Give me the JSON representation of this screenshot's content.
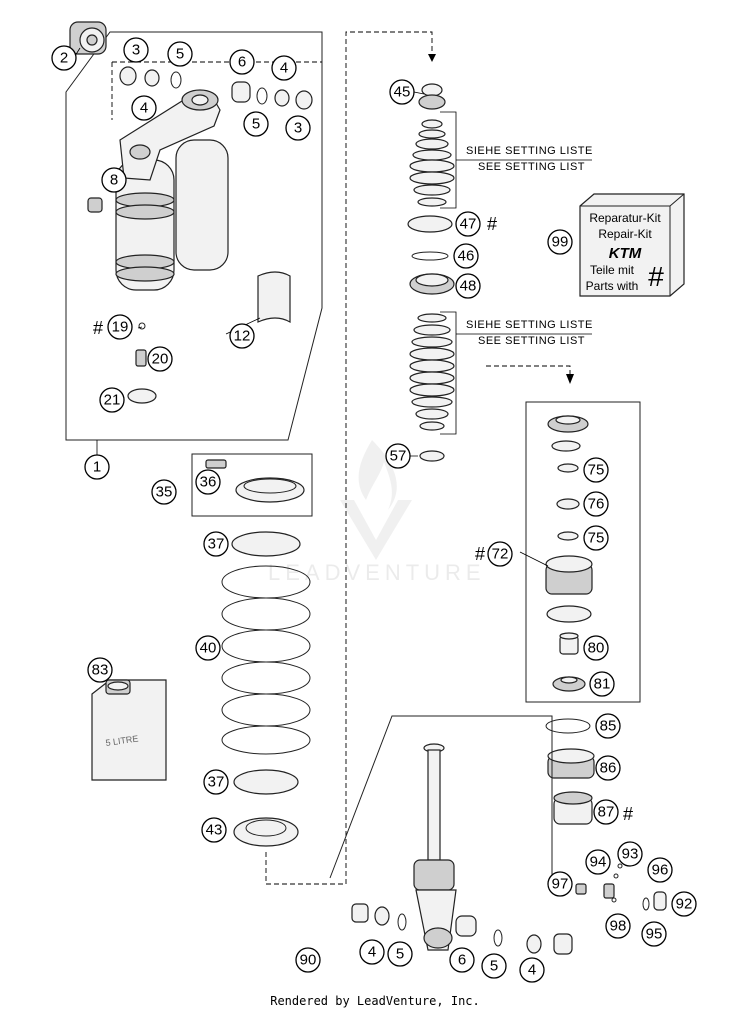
{
  "kit_box": {
    "line1": "Reparatur-Kit",
    "line2": "Repair-Kit",
    "logo": "KTM",
    "line3": "Teile mit",
    "line4": "Parts with",
    "hash": "#"
  },
  "setting_labels": {
    "upper_de": "SIEHE SETTING LISTE",
    "upper_en": "SEE SETTING LIST",
    "lower_de": "SIEHE SETTING LISTE",
    "lower_en": "SEE SETTING LIST"
  },
  "hash_marks": {
    "p19": "#",
    "p47": "#",
    "p72": "#",
    "p87": "#"
  },
  "callouts": {
    "c1": "1",
    "c2": "2",
    "c3a": "3",
    "c3b": "3",
    "c4a": "4",
    "c4b": "4",
    "c4c": "4",
    "c4d": "4",
    "c5a": "5",
    "c5b": "5",
    "c5c": "5",
    "c5d": "5",
    "c6a": "6",
    "c6b": "6",
    "c8": "8",
    "c12": "12",
    "c19": "19",
    "c20": "20",
    "c21": "21",
    "c35": "35",
    "c36": "36",
    "c37a": "37",
    "c37b": "37",
    "c40": "40",
    "c43": "43",
    "c45": "45",
    "c46": "46",
    "c47": "47",
    "c48": "48",
    "c57": "57",
    "c72": "72",
    "c75a": "75",
    "c75b": "75",
    "c76": "76",
    "c80": "80",
    "c81": "81",
    "c83": "83",
    "c85": "85",
    "c86": "86",
    "c87": "87",
    "c90": "90",
    "c92": "92",
    "c93": "93",
    "c94": "94",
    "c95": "95",
    "c96": "96",
    "c97": "97",
    "c98": "98",
    "c99": "99"
  },
  "oil_can_label": "5 LITRE",
  "watermark": "LEADVENTURE",
  "footer": "Rendered by LeadVenture, Inc."
}
